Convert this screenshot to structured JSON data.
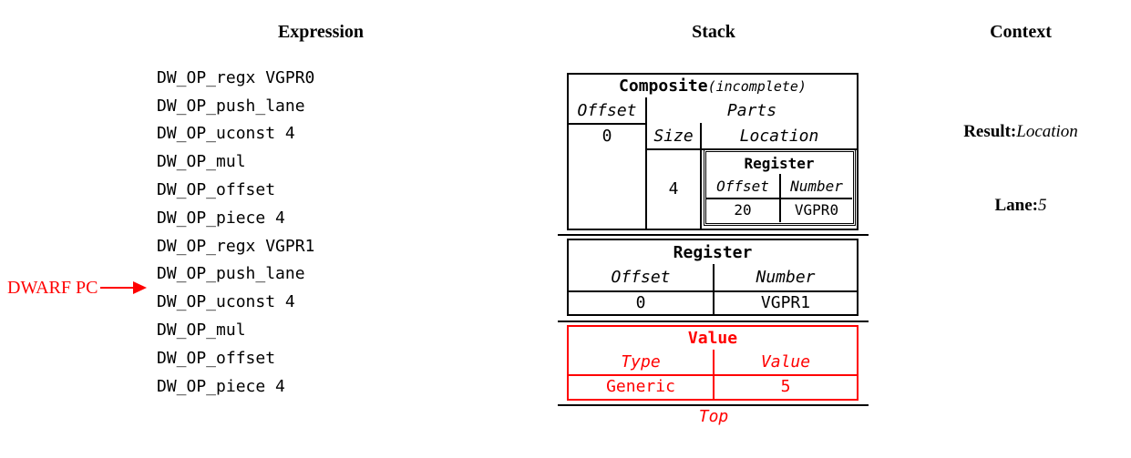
{
  "colors": {
    "accent_red": "#ff0000",
    "ink": "#000000",
    "background": "#ffffff"
  },
  "icons": {
    "dwarf_pc_arrow": "arrow-right"
  },
  "expression": {
    "title": "Expression",
    "ops": [
      "DW_OP_regx VGPR0",
      "DW_OP_push_lane",
      "DW_OP_uconst 4",
      "DW_OP_mul",
      "DW_OP_offset",
      "DW_OP_piece 4",
      "DW_OP_regx VGPR1",
      "DW_OP_push_lane",
      "DW_OP_uconst 4",
      "DW_OP_mul",
      "DW_OP_offset",
      "DW_OP_piece 4"
    ],
    "pc_pointer_label": "DWARF PC",
    "pc_pointer_target": "DW_OP_uconst 4"
  },
  "stack": {
    "title": "Stack",
    "composite": {
      "title": "Composite",
      "qualifier": "(incomplete)",
      "offset_header": "Offset",
      "parts_header": "Parts",
      "offset_value": "0",
      "size_header": "Size",
      "location_header": "Location",
      "size_value": "4",
      "nested_register": {
        "title": "Register",
        "offset_header": "Offset",
        "number_header": "Number",
        "offset_value": "20",
        "number_value": "VGPR0"
      }
    },
    "register": {
      "title": "Register",
      "offset_header": "Offset",
      "number_header": "Number",
      "offset_value": "0",
      "number_value": "VGPR1"
    },
    "value": {
      "title": "Value",
      "type_header": "Type",
      "value_header": "Value",
      "type_value": "Generic",
      "value_value": "5"
    },
    "top_label": "Top"
  },
  "context": {
    "title": "Context",
    "result_label": "Result:",
    "result_value": "Location",
    "lane_label": "Lane:",
    "lane_value": "5"
  }
}
